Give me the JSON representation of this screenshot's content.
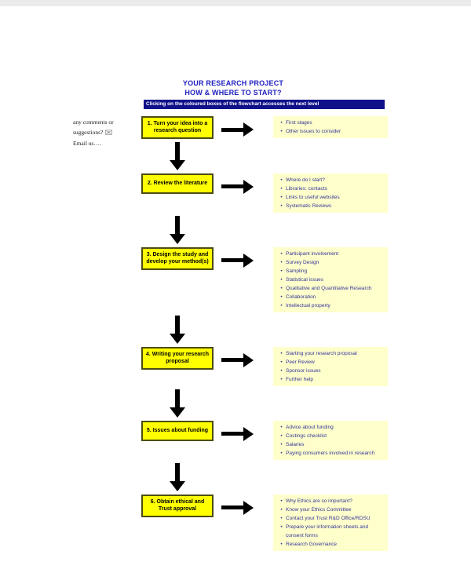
{
  "header": {
    "title_line1": "YOUR RESEARCH PROJECT",
    "title_line2": "HOW & WHERE TO START?",
    "banner": "Clicking on the coloured boxes of the flowchart accesses the next level"
  },
  "aside": {
    "line1": "any comments or",
    "line2": "suggestions?",
    "line3": "Email us….",
    "icon": "envelope-icon"
  },
  "colors": {
    "title_blue": "#2020c0",
    "banner_navy": "#10108a",
    "box_yellow": "#ffff00",
    "box_border": "#4d4d14",
    "panel_yellow": "#ffffcc",
    "link_blue": "#333399",
    "arrow_black": "#000000"
  },
  "steps": [
    {
      "label": "1. Turn your idea into a research question",
      "items": [
        "First stages",
        "Other issues to consider"
      ]
    },
    {
      "label": "2. Review the literature",
      "items": [
        "Where do I start?",
        "Libraries: contacts",
        "Links to useful websites",
        "Systematic Reviews"
      ]
    },
    {
      "label": "3. Design the study and develop your method(s)",
      "items": [
        "Participant involvement",
        "Survey Design",
        "Sampling",
        "Statistical issues",
        "Qualitative and Quantitative Research",
        "Collaboration",
        "Intellectual property"
      ]
    },
    {
      "label": "4. Writing your research proposal",
      "items": [
        "Starting your research proposal",
        "Peer Review",
        "Sponsor issues",
        "Further help"
      ]
    },
    {
      "label": "5. Issues about funding",
      "items": [
        "Advice about funding",
        "Costings checklist",
        "Salaries",
        "Paying consumers involved in research"
      ]
    },
    {
      "label": "6. Obtain ethical and Trust approval",
      "items": [
        "Why Ethics are so important?",
        "Know your Ethics Committee",
        "Contact your Trust R&D Office/RDSU",
        "Prepare your information sheets and consent forms",
        "Research Governance"
      ]
    }
  ]
}
